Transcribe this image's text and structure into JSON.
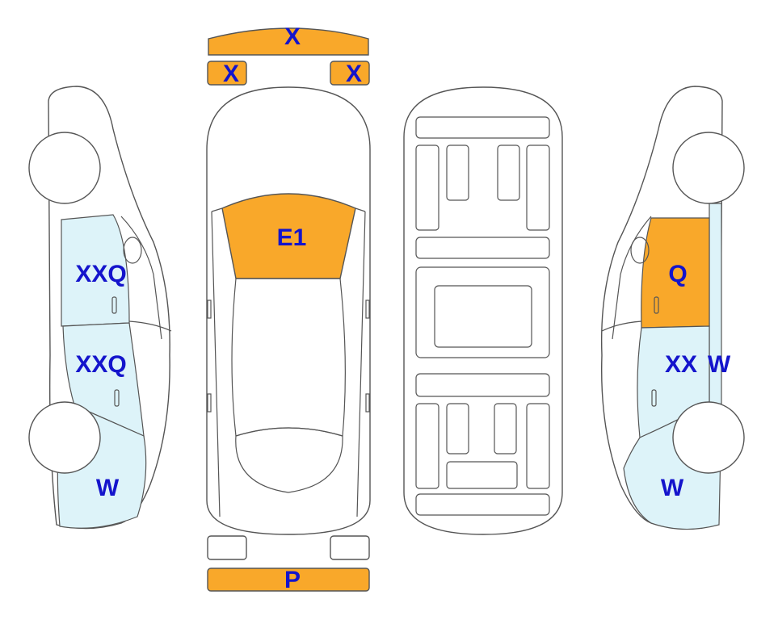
{
  "colors": {
    "damaged": "#F9A82A",
    "light_damage": "#DDF3F9",
    "label": "#1414CC",
    "outline": "#555555"
  },
  "labels": {
    "front_bumper": "X",
    "left_headlight": "X",
    "right_headlight": "X",
    "hood": "E1",
    "rear_bumper": "P",
    "left_front_door": "XXQ",
    "left_rear_door": "XXQ",
    "left_rear_quarter": "W",
    "right_front_door": "Q",
    "right_rear_door": "XX",
    "right_rear_pillar": "W",
    "right_rear_quarter": "W"
  }
}
